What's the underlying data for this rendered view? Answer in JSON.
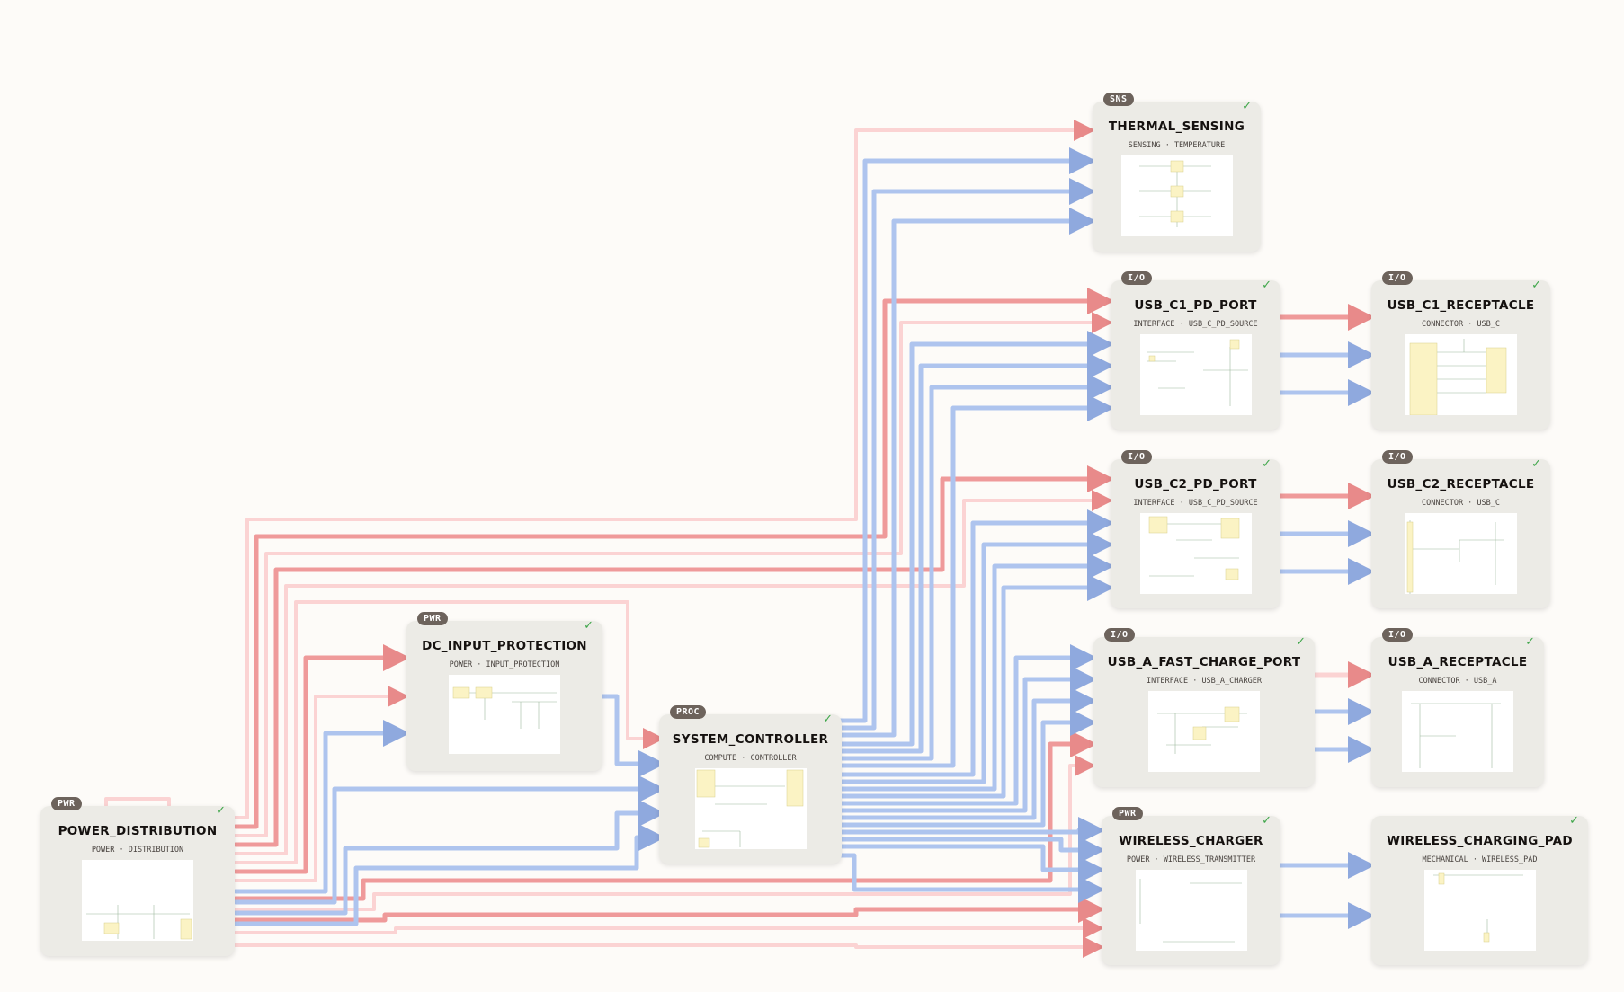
{
  "colors": {
    "power_wire": "#ef9a9a",
    "power_wire_light": "#fbd3d3",
    "signal_wire": "#aec4ee",
    "node_bg": "#ecebe6",
    "badge_bg": "#6d635c",
    "check": "#3fa64a"
  },
  "nodes": {
    "thermal_sensing": {
      "badge": "SNS",
      "title": "THERMAL_SENSING",
      "subtitle": "SENSING · TEMPERATURE",
      "check": "✓"
    },
    "usb_c1_pd_port": {
      "badge": "I/O",
      "title": "USB_C1_PD_PORT",
      "subtitle": "INTERFACE · USB_C_PD_SOURCE",
      "check": "✓"
    },
    "usb_c1_receptacle": {
      "badge": "I/O",
      "title": "USB_C1_RECEPTACLE",
      "subtitle": "CONNECTOR · USB_C",
      "check": "✓"
    },
    "usb_c2_pd_port": {
      "badge": "I/O",
      "title": "USB_C2_PD_PORT",
      "subtitle": "INTERFACE · USB_C_PD_SOURCE",
      "check": "✓"
    },
    "usb_c2_receptacle": {
      "badge": "I/O",
      "title": "USB_C2_RECEPTACLE",
      "subtitle": "CONNECTOR · USB_C",
      "check": "✓"
    },
    "dc_input_protection": {
      "badge": "PWR",
      "title": "DC_INPUT_PROTECTION",
      "subtitle": "POWER · INPUT_PROTECTION",
      "check": "✓"
    },
    "system_controller": {
      "badge": "PROC",
      "title": "SYSTEM_CONTROLLER",
      "subtitle": "COMPUTE · CONTROLLER",
      "check": "✓"
    },
    "usb_a_fast_charge_port": {
      "badge": "I/O",
      "title": "USB_A_FAST_CHARGE_PORT",
      "subtitle": "INTERFACE · USB_A_CHARGER",
      "check": "✓"
    },
    "usb_a_receptacle": {
      "badge": "I/O",
      "title": "USB_A_RECEPTACLE",
      "subtitle": "CONNECTOR · USB_A",
      "check": "✓"
    },
    "power_distribution": {
      "badge": "PWR",
      "title": "POWER_DISTRIBUTION",
      "subtitle": "POWER · DISTRIBUTION",
      "check": "✓"
    },
    "wireless_charger": {
      "badge": "PWR",
      "title": "WIRELESS_CHARGER",
      "subtitle": "POWER · WIRELESS_TRANSMITTER",
      "check": "✓"
    },
    "wireless_charging_pad": {
      "badge": "",
      "title": "WIRELESS_CHARGING_PAD",
      "subtitle": "MECHANICAL · WIRELESS_PAD",
      "check": "✓"
    }
  }
}
